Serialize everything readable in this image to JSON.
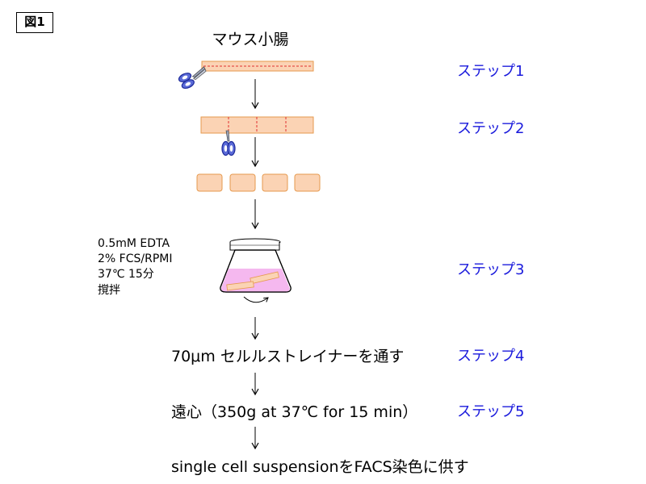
{
  "figure_label": "図1",
  "title": "マウス小腸",
  "steps": [
    "ステップ1",
    "ステップ2",
    "ステップ3",
    "ステップ4",
    "ステップ5"
  ],
  "conditions": [
    "0.5mM EDTA",
    "2% FCS/RPMI",
    "37℃ 15分",
    "撹拌"
  ],
  "procedures": {
    "strainer": "70μm セルルストレイナーを通す",
    "centrifuge": "遠心（350g at 37℃ for 15 min）",
    "final": "single cell suspensionをFACS染色に供す"
  },
  "colors": {
    "intestine_fill": "#fbd3b4",
    "intestine_stroke": "#e69a4e",
    "cut_line": "#e03030",
    "step_text": "#1a1adc",
    "medium_fill": "#f5b8ef"
  },
  "icons": [
    "scissors-icon",
    "flask-icon",
    "rotation-arrow-icon"
  ]
}
